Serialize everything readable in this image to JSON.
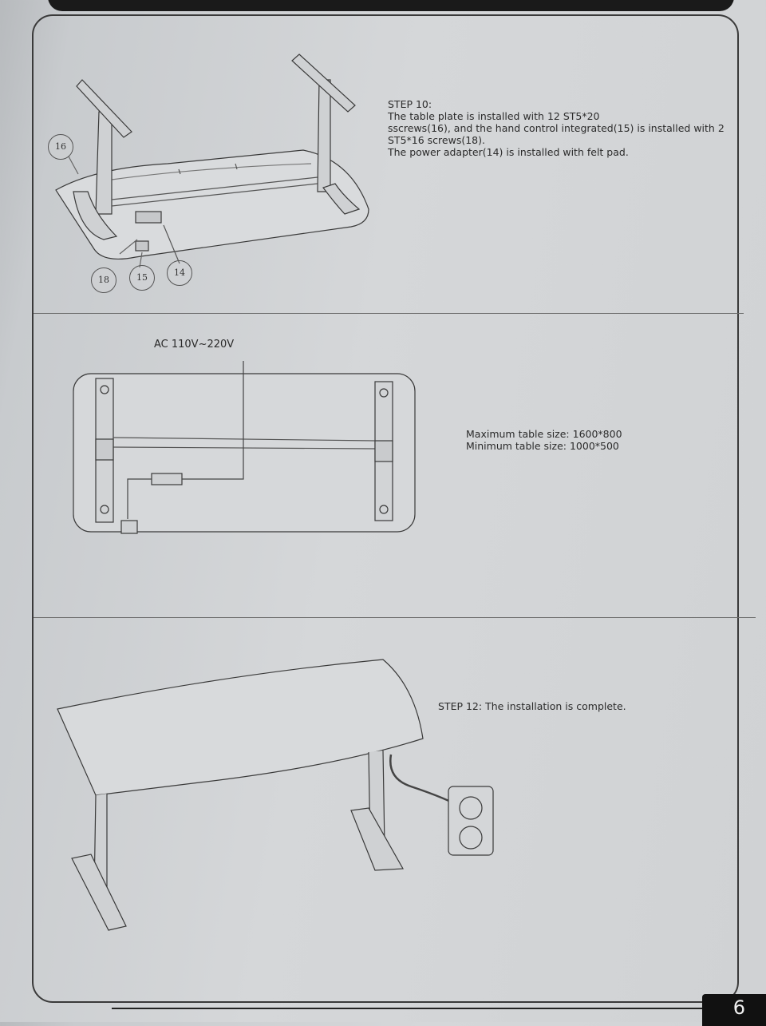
{
  "step10": {
    "title": "STEP 10:",
    "line1": "The table plate is installed with 12 ST5*20",
    "line2": "sscrews(16), and the hand control integrated(15) is installed with 2",
    "line3": "ST5*16 screws(18).",
    "line4": "The power adapter(14) is installed with felt pad."
  },
  "callouts": {
    "c16": "16",
    "c18": "18",
    "c15": "15",
    "c14": "14"
  },
  "step11": {
    "power_label": "AC 110V~220V",
    "max_size": "Maximum table size: 1600*800",
    "min_size": "Minimum table size: 1000*500"
  },
  "step12": {
    "text": "STEP 12: The installation is complete."
  },
  "page": {
    "number": "6"
  }
}
